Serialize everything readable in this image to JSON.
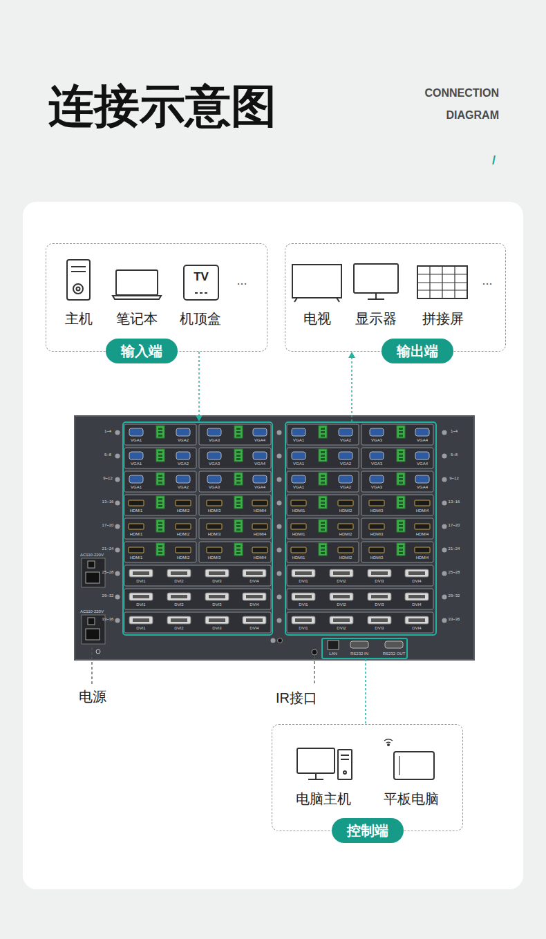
{
  "diagram": {
    "title": "连接示意图",
    "nodes": [
      {
        "text": [
          "输入端"
        ]
      },
      {
        "text": [
          "输出端"
        ]
      },
      {
        "text": [
          "VGA1",
          "VGA2",
          "VGA3",
          "VGA4",
          "VGA1",
          "VGA2",
          "VGA3",
          "VGA4",
          "VGA1",
          "VGA2",
          "VGA3",
          "VGA4",
          "HDMI1",
          "HDMI2",
          "HDMI3",
          "HDMI4",
          "HDMI1",
          "HDMI2",
          "HDMI3",
          "HDMI4",
          "HDMI1",
          "HDMI2",
          "HDMI3",
          "HDMI4",
          "DVI1",
          "DVI2",
          "DVI3",
          "DVI4",
          "DVI1",
          "DVI2",
          "DVI3",
          "DVI4",
          "DVI1",
          "DVI2",
          "DVI3",
          "DVI4"
        ]
      },
      {
        "text": [
          "VGA1",
          "VGA2",
          "VGA3",
          "VGA4",
          "VGA1",
          "VGA2",
          "VGA3",
          "VGA4",
          "VGA1",
          "VGA2",
          "VGA3",
          "VGA4",
          "HDMI1",
          "HDMI2",
          "HDMI3",
          "HDMI4",
          "HDMI1",
          "HDMI2",
          "HDMI3",
          "HDMI4",
          "HDMI1",
          "HDMI2",
          "HDMI3",
          "HDMI4",
          "DVI1",
          "DVI2",
          "DVI3",
          "DVI4",
          "DVI1",
          "DVI2",
          "DVI3",
          "DVI4",
          "DVI1",
          "DVI2",
          "DVI3",
          "DVI4"
        ]
      },
      {
        "text": [
          "LAN",
          "RS232 IN",
          "RS232 OUT"
        ]
      },
      {
        "text": [
          "控制端"
        ]
      }
    ],
    "edges": [
      {
        "from": 0,
        "to": 2,
        "arrow": "to"
      },
      {
        "from": 3,
        "to": 1,
        "arrow": "to"
      },
      {
        "from": 4,
        "to": 5,
        "arrow": "none"
      }
    ],
    "labels": [
      "CONNECTION DIAGRAM",
      "/",
      "主机",
      "笔记本",
      "TV",
      "机顶盒",
      "...",
      "电视",
      "显示器",
      "拼接屏",
      "...",
      "1~4",
      "5~8",
      "9~12",
      "13~16",
      "17~20",
      "21~24",
      "25~28",
      "29~32",
      "33~36",
      "1~4",
      "5~8",
      "9~12",
      "13~16",
      "17~20",
      "21~24",
      "25~28",
      "29~32",
      "33~36",
      "AC110-220V",
      "AC110-220V",
      "电源",
      "IR接口",
      "电脑主机",
      "平板电脑"
    ]
  }
}
